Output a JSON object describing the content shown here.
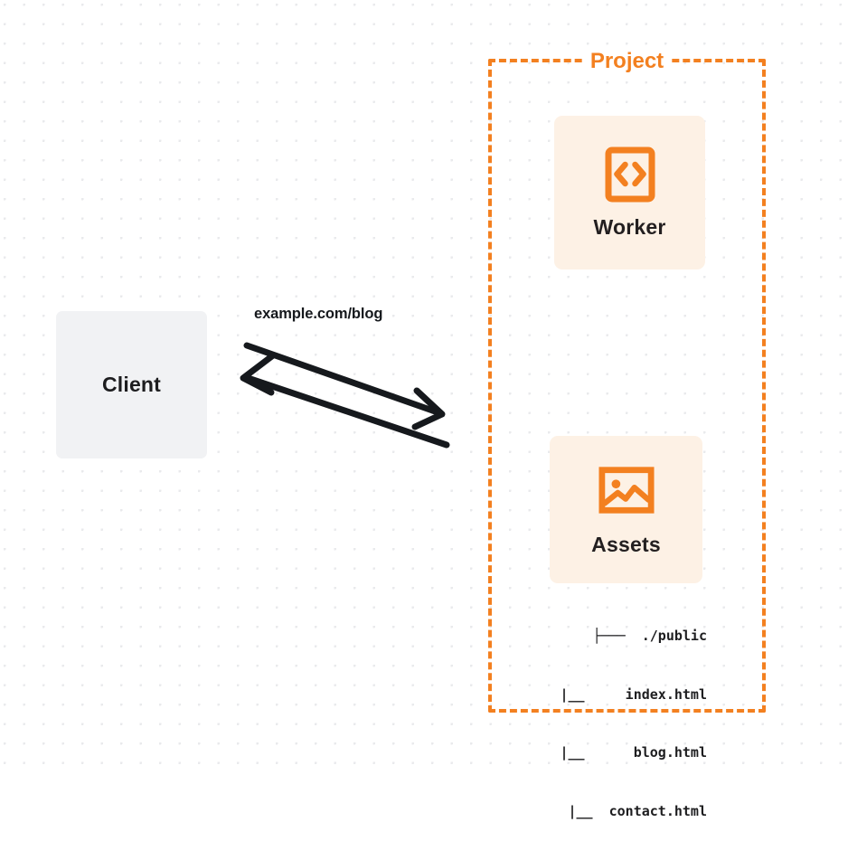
{
  "diagram": {
    "title": "Cloudflare Worker with static assets request flow",
    "background": {
      "style": "dot-grid",
      "dot_color": "#e9eaec",
      "page_color": "#ffffff"
    },
    "colors": {
      "accent_orange": "#f38020",
      "card_fill": "#fdf1e5",
      "client_fill": "#f1f2f4",
      "text_dark": "#1d1d1f",
      "arrow": "#16191d"
    },
    "client": {
      "label": "Client"
    },
    "project": {
      "label": "Project",
      "border_style": "dashed",
      "border_color": "#f38020"
    },
    "nodes": [
      {
        "id": "worker",
        "label": "Worker",
        "icon": "code-brackets-icon"
      },
      {
        "id": "assets",
        "label": "Assets",
        "icon": "image-picture-icon"
      }
    ],
    "edge": {
      "label": "example.com/blog",
      "description": "bidirectional request and response between Client and Project",
      "directions": [
        "client-to-project",
        "project-to-client"
      ]
    },
    "file_tree": {
      "rows": [
        "├───  ./public",
        "|__     index.html",
        "|__      blog.html",
        "|__  contact.html"
      ]
    }
  }
}
